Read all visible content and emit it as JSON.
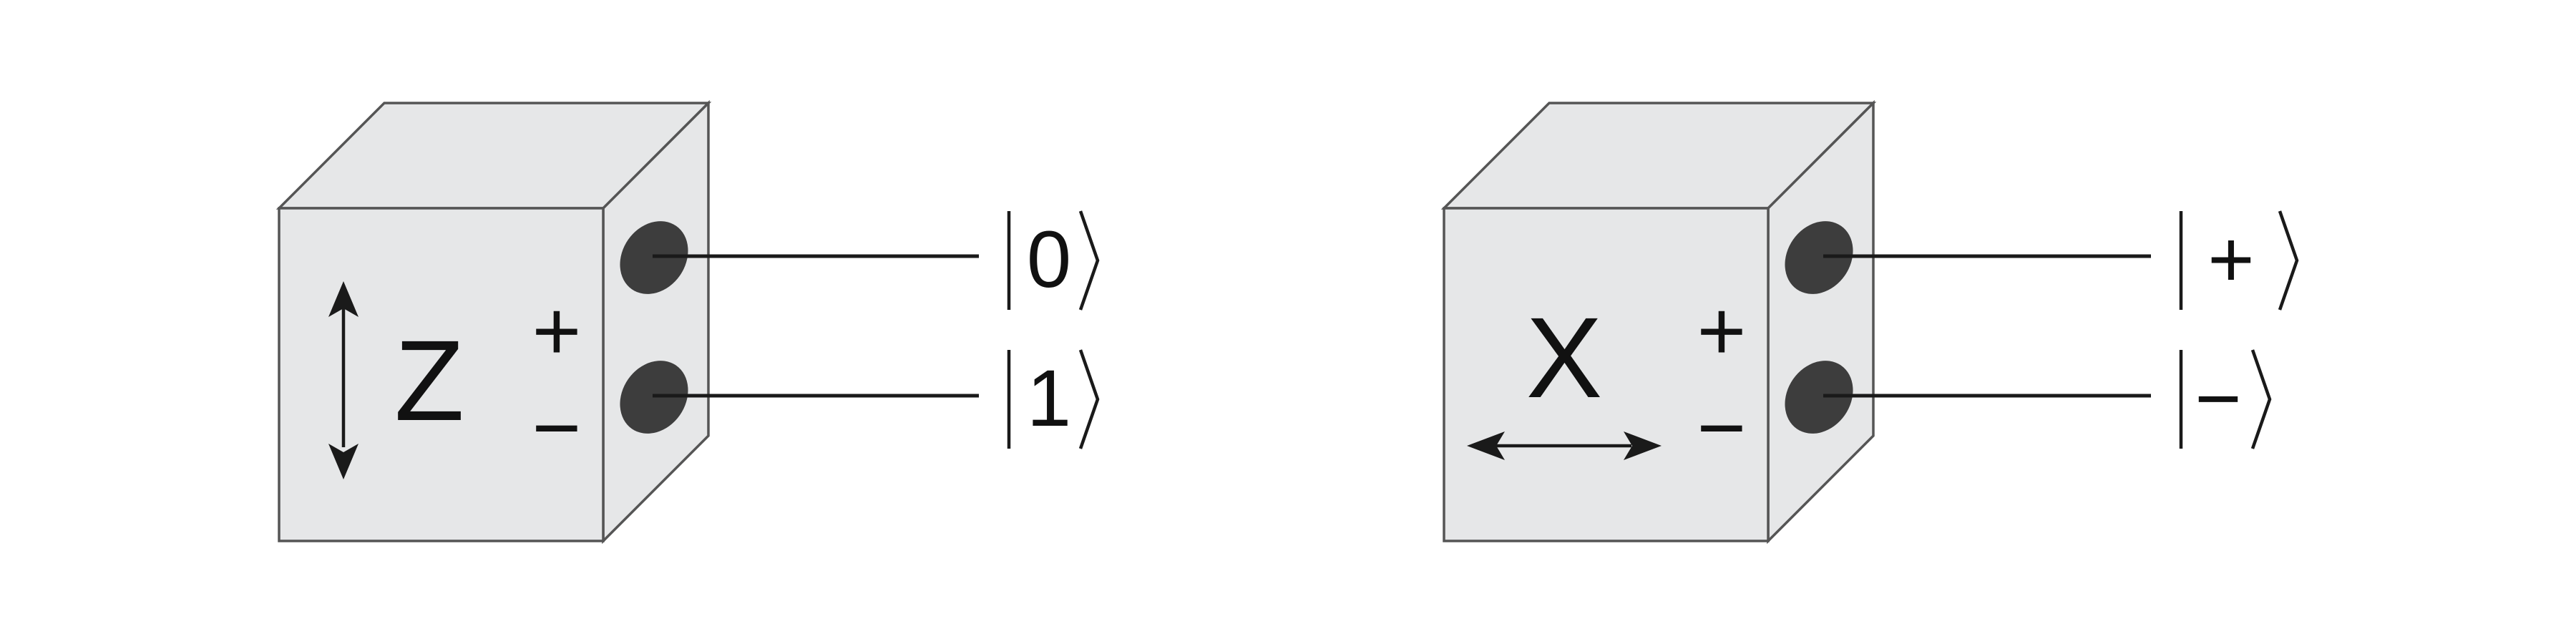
{
  "colors": {
    "face": "#e6e7e8",
    "edge": "#555555",
    "port": "#3d3d3d",
    "ink": "#1a1a1a"
  },
  "left_box": {
    "basis_label": "Z",
    "plus_sign": "+",
    "minus_sign": "−",
    "arrow_orientation": "vertical",
    "outputs": {
      "top_ket": "0",
      "bottom_ket": "1"
    }
  },
  "right_box": {
    "basis_label": "X",
    "plus_sign": "+",
    "minus_sign": "−",
    "arrow_orientation": "horizontal",
    "outputs": {
      "top_ket": "+",
      "bottom_ket": "−"
    }
  }
}
